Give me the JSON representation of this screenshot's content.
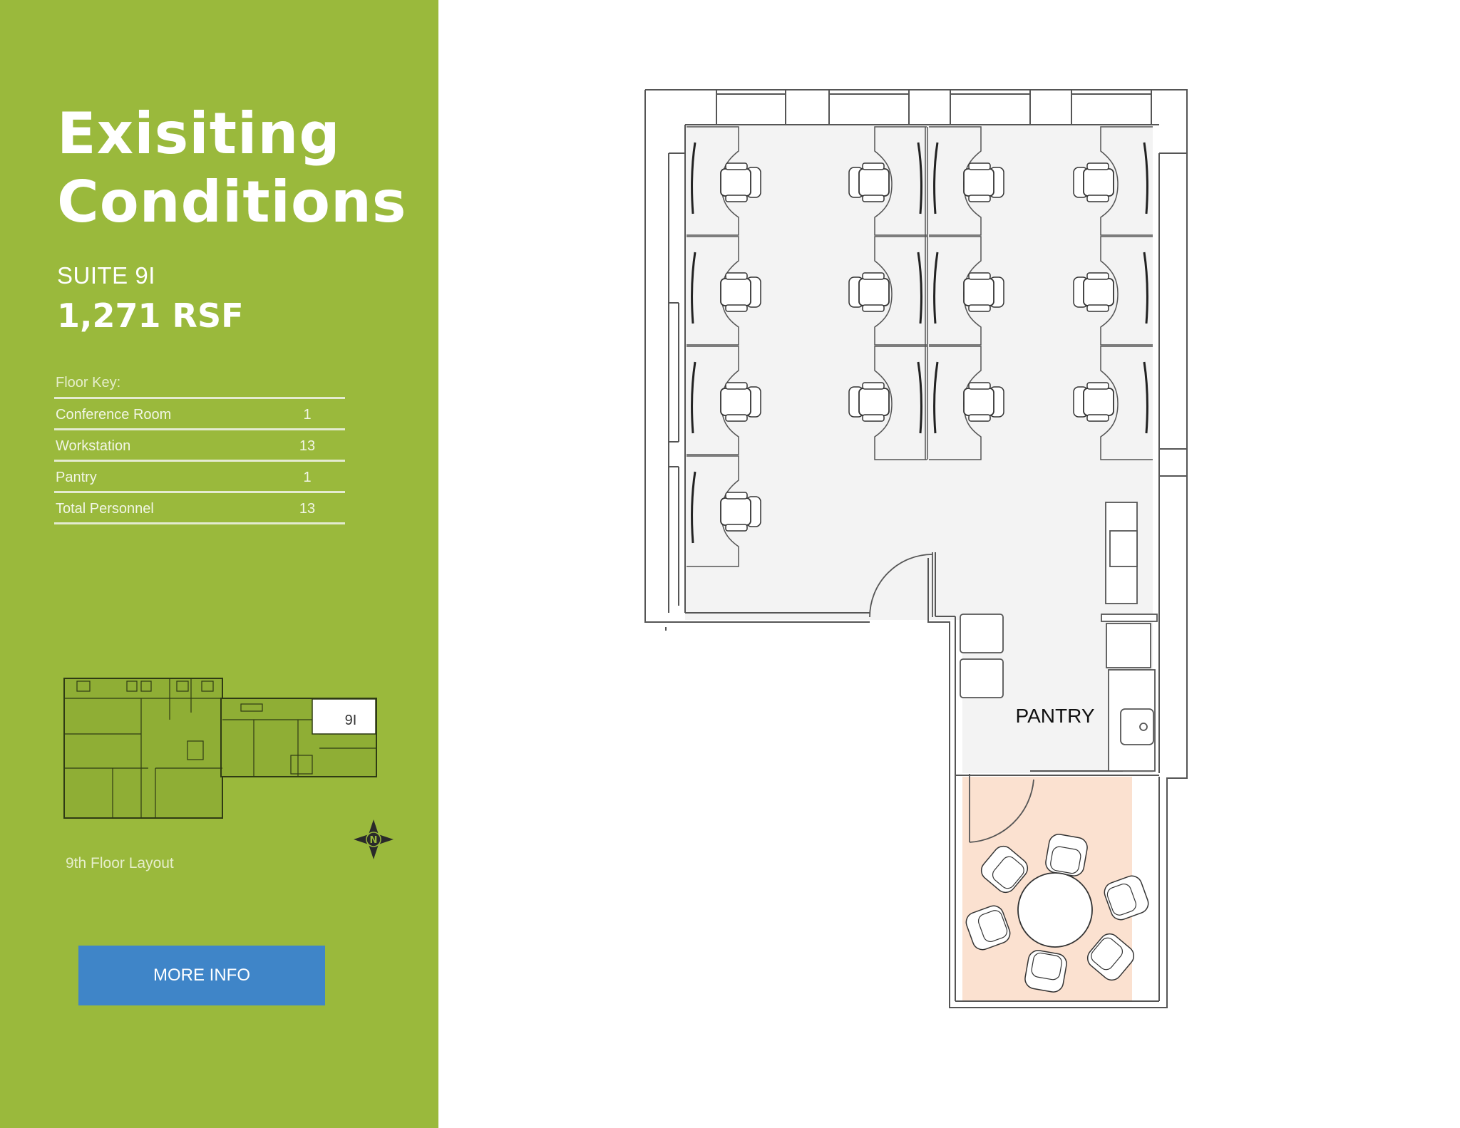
{
  "header": {
    "title_line1": "Exisiting",
    "title_line2": "Conditions",
    "suite": "SUITE 9I",
    "area": "1,271 RSF"
  },
  "floor_key": {
    "label": "Floor Key:",
    "rows": [
      {
        "name": "Conference Room",
        "value": "1"
      },
      {
        "name": "Workstation",
        "value": "13"
      },
      {
        "name": "Pantry",
        "value": "1"
      },
      {
        "name": "Total Personnel",
        "value": "13"
      }
    ]
  },
  "mini_map": {
    "suite_label": "9I",
    "caption": "9th Floor Layout"
  },
  "compass": {
    "letter": "N",
    "icon": "compass-north-icon"
  },
  "cta": {
    "label": "MORE INFO",
    "color": "#3f85c8"
  },
  "floorplan": {
    "pantry_label": "PANTRY"
  },
  "colors": {
    "sidebar": "#9ab93c",
    "floor_fill": "#f3f3f3",
    "conference_fill": "#fbe1d0",
    "outline": "#555555"
  }
}
